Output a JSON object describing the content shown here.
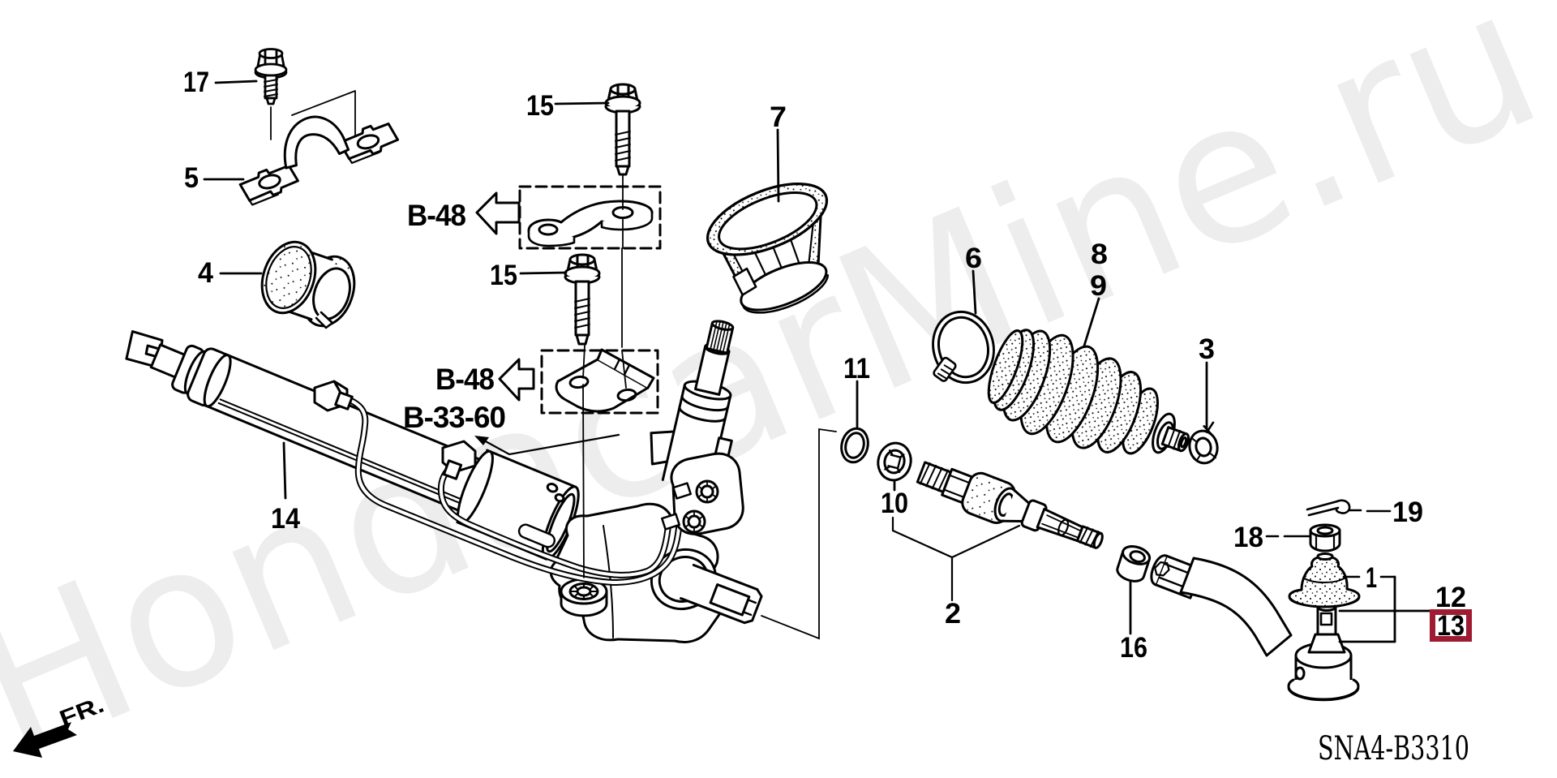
{
  "diagram": {
    "type": "exploded-parts-diagram",
    "subject": "power steering gear box",
    "background_color": "#ffffff",
    "line_color": "#000000",
    "code": "SNA4-B3310",
    "front_marker": "FR.",
    "watermark": {
      "text": "HondacarMine.ru",
      "color": "#ededed",
      "angle_deg": -22.8
    }
  },
  "callouts": {
    "1": "1",
    "2": "2",
    "3": "3",
    "4": "4",
    "5": "5",
    "6": "6",
    "7": "7",
    "8": "8",
    "9": "9",
    "10": "10",
    "11": "11",
    "12": "12",
    "13": "13",
    "14": "14",
    "15": "15",
    "16": "16",
    "17": "17",
    "18": "18",
    "19": "19"
  },
  "section_refs": {
    "b48": "B-48",
    "b3360": "B-33-60"
  },
  "highlight": {
    "part": "13",
    "box_color": "#9e1b32"
  }
}
